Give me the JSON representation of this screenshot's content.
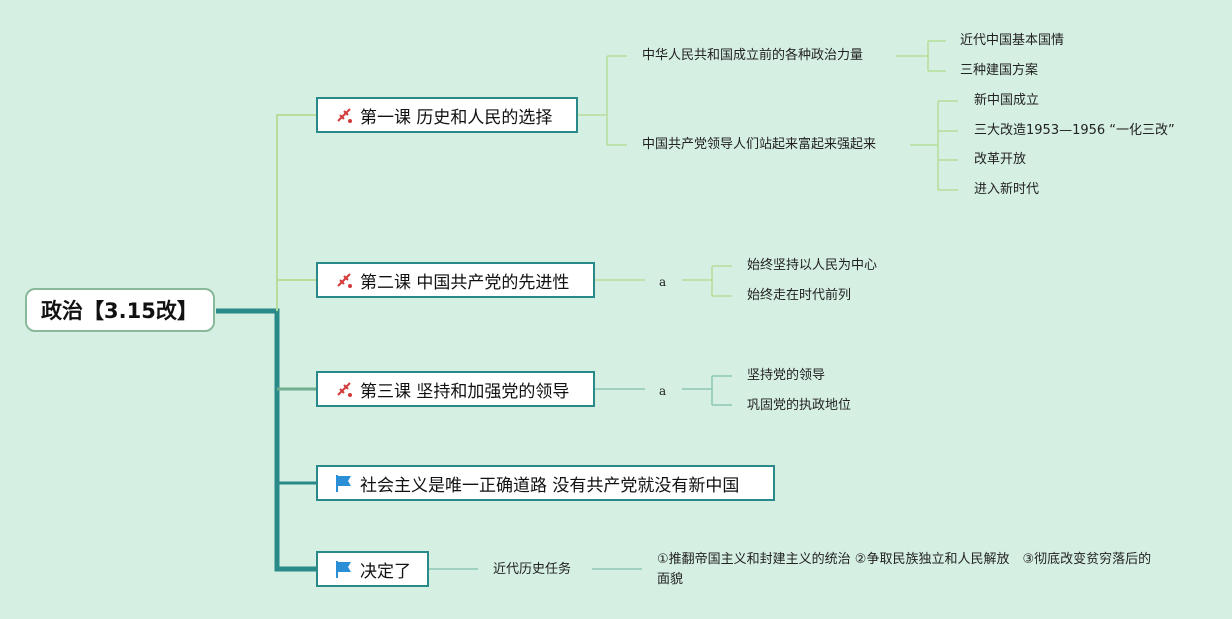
{
  "root": {
    "label": "政治【3.15改】"
  },
  "branches": [
    {
      "label": "第一课 历史和人民的选择",
      "icon": "pin-icon",
      "children": [
        {
          "label": "中华人民共和国成立前的各种政治力量",
          "children": [
            "近代中国基本国情",
            "三种建国方案"
          ]
        },
        {
          "label": "中国共产党领导人们站起来富起来强起来",
          "children": [
            "新中国成立",
            "三大改造1953—1956 “一化三改”",
            "改革开放",
            "进入新时代"
          ]
        }
      ]
    },
    {
      "label": "第二课 中国共产党的先进性",
      "icon": "pin-icon",
      "children": [
        {
          "label": "a",
          "children": [
            "始终坚持以人民为中心",
            "始终走在时代前列"
          ]
        }
      ]
    },
    {
      "label": "第三课 坚持和加强党的领导",
      "icon": "pin-icon",
      "children": [
        {
          "label": "a",
          "children": [
            "坚持党的领导",
            "巩固党的执政地位"
          ]
        }
      ]
    },
    {
      "label": "社会主义是唯一正确道路 没有共产党就没有新中国",
      "icon": "flag-icon"
    },
    {
      "label": "决定了",
      "icon": "flag-icon",
      "children": [
        {
          "label": "近代历史任务",
          "children": [
            "①推翻帝国主义和封建主义的统治 ②争取民族独立和人民解放　③彻底改变贫穷落后的面貌"
          ]
        }
      ]
    }
  ],
  "colors": {
    "background": "#d5efe3",
    "trunk": "#2a8a8a",
    "light_branch": "#b6dd9a",
    "teal_branch": "#8cc7b4",
    "pin": "#d23b3b",
    "flag": "#2a8fd6"
  }
}
